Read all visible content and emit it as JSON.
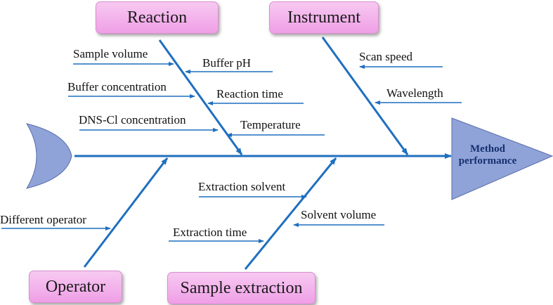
{
  "diagram": {
    "head": {
      "line1": "Method",
      "line2": "performance"
    },
    "categories": {
      "reaction": "Reaction",
      "instrument": "Instrument",
      "operator": "Operator",
      "sample_extraction": "Sample extraction"
    },
    "causes": {
      "sample_volume": "Sample volume",
      "buffer_ph": "Buffer pH",
      "buffer_concentration": "Buffer concentration",
      "reaction_time": "Reaction time",
      "dns_cl_concentration": "DNS-Cl concentration",
      "temperature": "Temperature",
      "scan_speed": "Scan speed",
      "wavelength": "Wavelength",
      "different_operator": "Different operator",
      "extraction_solvent": "Extraction solvent",
      "solvent_volume": "Solvent volume",
      "extraction_time": "Extraction time"
    },
    "colors": {
      "arrow": "#1f6fbf",
      "shape_fill": "#8fa3d9",
      "box_fill": "#f2b3ea",
      "head_text": "#16306e"
    }
  }
}
